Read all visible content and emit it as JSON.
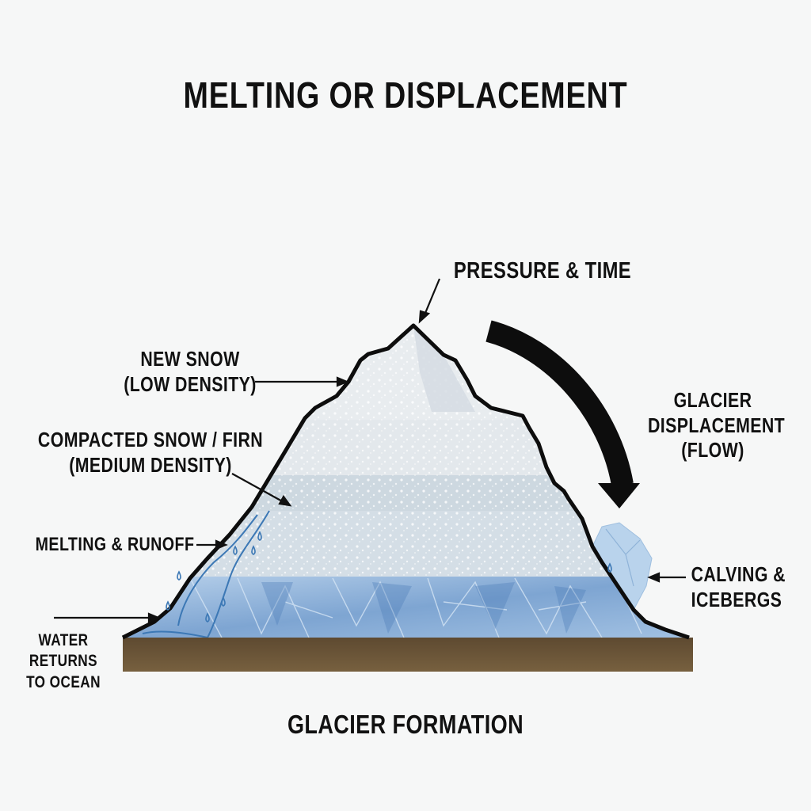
{
  "diagram": {
    "title": "MELTING OR DISPLACEMENT",
    "subtitle": "GLACIER FORMATION",
    "labels": {
      "pressure_time": "PRESSURE & TIME",
      "new_snow": {
        "line1": "NEW SNOW",
        "line2": "(LOW DENSITY)"
      },
      "firn": {
        "line1": "COMPACTED SNOW / FIRN",
        "line2": "(MEDIUM DENSITY)"
      },
      "melting_runoff": "MELTING & RUNOFF",
      "water_returns": {
        "line1": "WATER",
        "line2": "RETURNS",
        "line3": "TO OCEAN"
      },
      "displacement": {
        "line1": "GLACIER",
        "line2": "DISPLACEMENT",
        "line3": "(FLOW)"
      },
      "calving": {
        "line1": "CALVING &",
        "line2": "ICEBERGS"
      }
    },
    "layers": [
      "New snow (low density)",
      "Compacted snow / firn (medium density)",
      "Glacial ice",
      "Bedrock / ground"
    ],
    "colors": {
      "background": "#f6f7f7",
      "snow_light": "#eef1f3",
      "snow_mid": "#d9e1e7",
      "firn": "#c7d3dc",
      "ice_light": "#a9c6e4",
      "ice_dark": "#5f8bbf",
      "water": "#3c78b5",
      "ground": "#6b5437",
      "outline": "#0d0d0d"
    }
  }
}
